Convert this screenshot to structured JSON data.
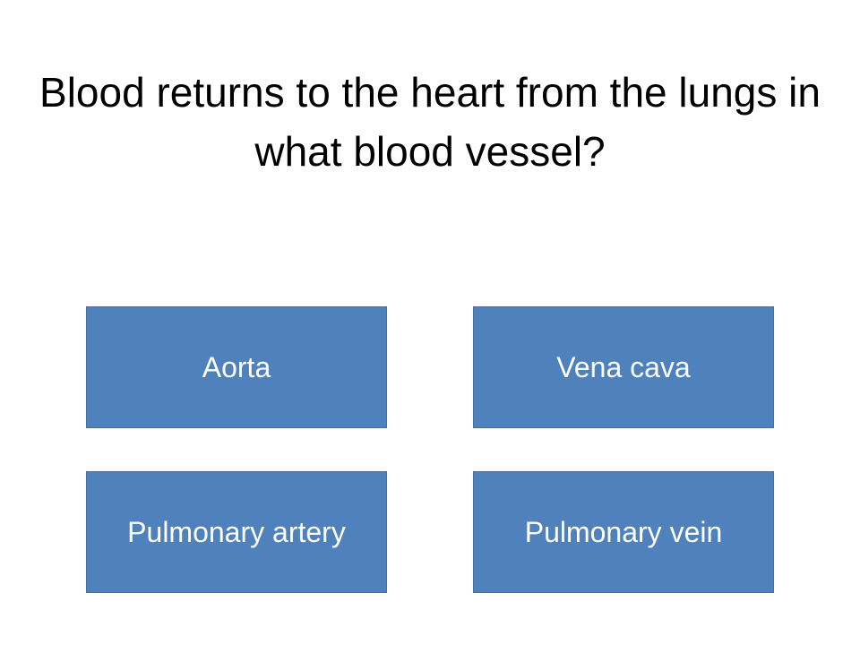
{
  "question": {
    "text": "Blood returns to the heart from the lungs in what blood vessel?"
  },
  "answers": [
    {
      "label": "Aorta"
    },
    {
      "label": "Vena cava"
    },
    {
      "label": "Pulmonary artery"
    },
    {
      "label": "Pulmonary vein"
    }
  ],
  "colors": {
    "button_fill": "#4f81bd",
    "button_border": "#41719c",
    "button_text": "#ffffff",
    "question_text": "#000000"
  }
}
